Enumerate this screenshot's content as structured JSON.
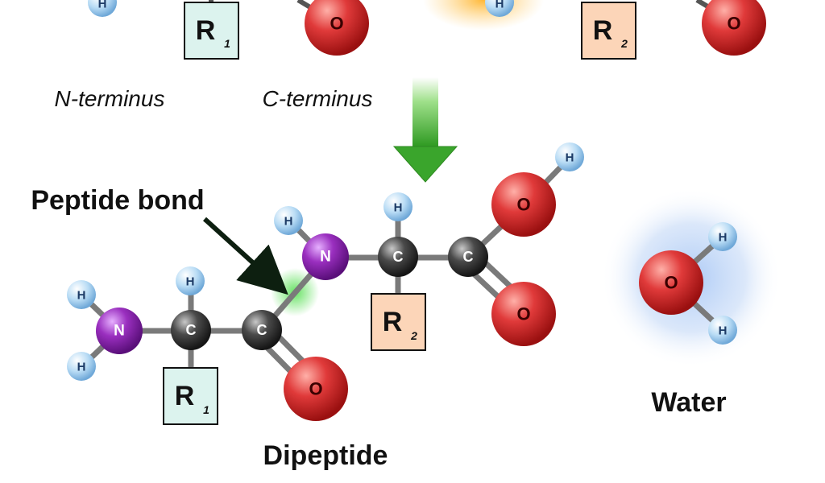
{
  "atoms": {
    "h": "H",
    "o": "O",
    "n": "N",
    "c": "C"
  },
  "groups": {
    "r1": {
      "letter": "R",
      "sub": "1"
    },
    "r2": {
      "letter": "R",
      "sub": "2"
    }
  },
  "labels": {
    "n_terminus": "N-terminus",
    "c_terminus": "C-terminus",
    "peptide_bond": "Peptide bond",
    "dipeptide": "Dipeptide",
    "water": "Water"
  },
  "colors": {
    "hydrogen": "#b9dcf5",
    "oxygen": "#e03a3a",
    "nitrogen": "#9a2fbf",
    "carbon": "#4a4a4a",
    "r1_fill": "#dcf3ee",
    "r2_fill": "#fcd5b8",
    "arrow": "#3aa52c",
    "bond_highlight": "#5ee05a",
    "water_glow": "#a9c8f5"
  }
}
